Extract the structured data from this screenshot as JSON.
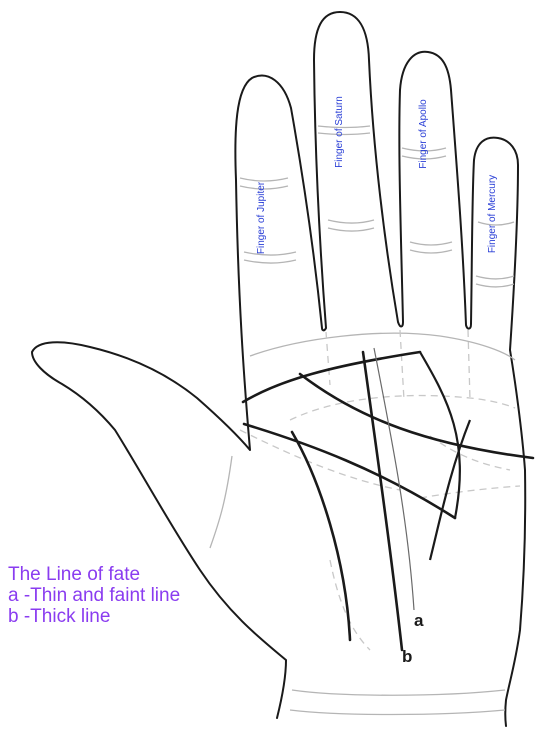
{
  "fingers": {
    "jupiter": "Finger of Jupiter",
    "saturn": "Finger of Saturn",
    "apollo": "Finger of Apollo",
    "mercury": "Finger of Mercury"
  },
  "line_labels": {
    "a": "a",
    "b": "b"
  },
  "caption": {
    "title": "The Line of fate",
    "item_a": "a -Thin and faint line",
    "item_b": "b -Thick line"
  },
  "colors": {
    "finger_text": "#2a3fd6",
    "caption_text": "#8a3cf0",
    "outline": "#1a1a1a",
    "faint_lines": "#b5b5b5",
    "dashed_lines": "#c8c8c8"
  }
}
